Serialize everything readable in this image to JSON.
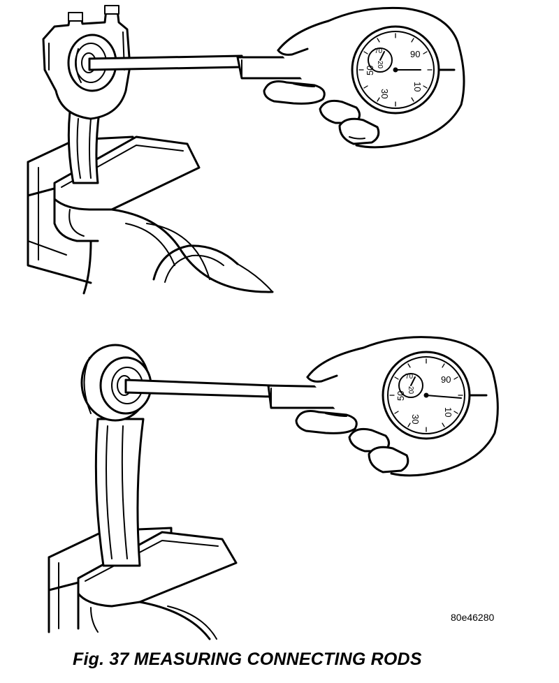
{
  "figure": {
    "id_label": "80e46280",
    "caption": "Fig. 37 MEASURING CONNECTING RODS"
  },
  "dial_gauge_top": {
    "scale_labels": [
      "90",
      "10",
      "30",
      "50",
      "70"
    ],
    "small_dial_labels": [
      "20"
    ]
  },
  "dial_gauge_bottom": {
    "scale_labels": [
      "90",
      "10",
      "30",
      "50",
      "70"
    ],
    "small_dial_labels": [
      "20"
    ]
  }
}
